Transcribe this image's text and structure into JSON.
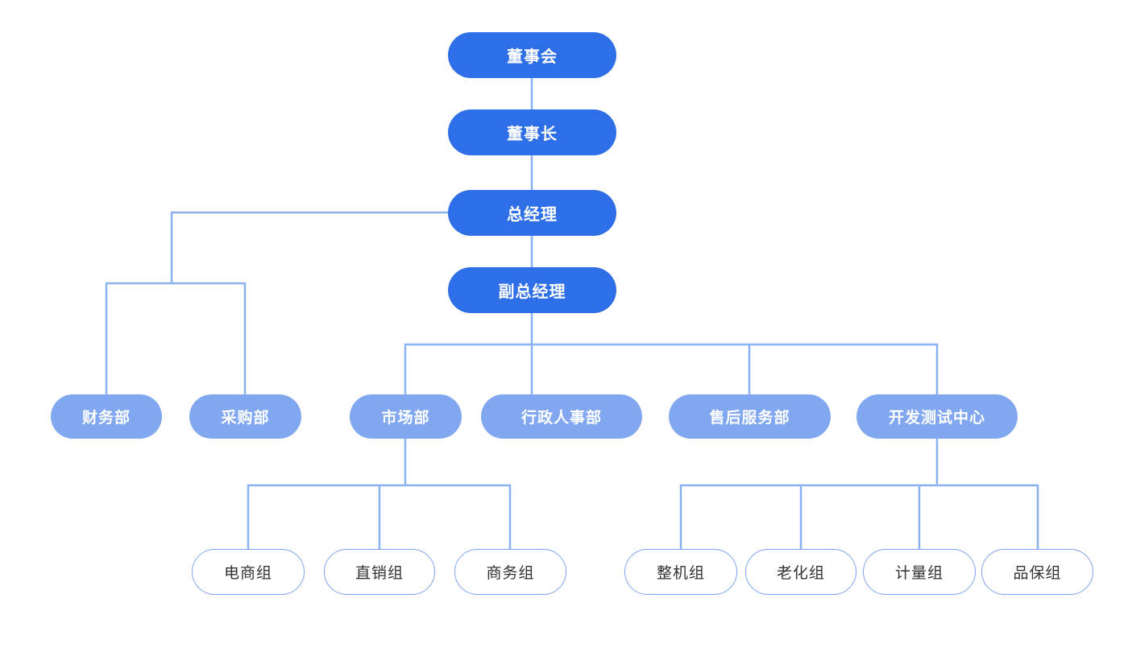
{
  "diagram": {
    "type": "org-chart",
    "colors": {
      "executive_fill": "#2e6fe8",
      "department_fill": "#81a7f0",
      "team_border": "#7ea6ef",
      "team_fill": "#ffffff",
      "connector_line": "#8ab1f1",
      "executive_text": "#ffffff",
      "department_text": "#ffffff",
      "team_text": "#333333",
      "background": "#ffffff"
    },
    "nodes": {
      "board": "董事会",
      "chairman": "董事长",
      "general_manager": "总经理",
      "deputy_general_manager": "副总经理",
      "finance": "财务部",
      "procurement": "采购部",
      "marketing": "市场部",
      "admin_hr": "行政人事部",
      "after_sales": "售后服务部",
      "dev_test_center": "开发测试中心",
      "ecommerce_team": "电商组",
      "direct_sales_team": "直销组",
      "business_team": "商务组",
      "assembly_team": "整机组",
      "aging_team": "老化组",
      "metrology_team": "计量组",
      "qa_team": "品保组"
    },
    "edges": [
      [
        "board",
        "chairman"
      ],
      [
        "chairman",
        "general_manager"
      ],
      [
        "general_manager",
        "finance"
      ],
      [
        "general_manager",
        "procurement"
      ],
      [
        "general_manager",
        "deputy_general_manager"
      ],
      [
        "deputy_general_manager",
        "marketing"
      ],
      [
        "deputy_general_manager",
        "admin_hr"
      ],
      [
        "deputy_general_manager",
        "after_sales"
      ],
      [
        "deputy_general_manager",
        "dev_test_center"
      ],
      [
        "marketing",
        "ecommerce_team"
      ],
      [
        "marketing",
        "direct_sales_team"
      ],
      [
        "marketing",
        "business_team"
      ],
      [
        "dev_test_center",
        "assembly_team"
      ],
      [
        "dev_test_center",
        "aging_team"
      ],
      [
        "dev_test_center",
        "metrology_team"
      ],
      [
        "dev_test_center",
        "qa_team"
      ]
    ]
  }
}
